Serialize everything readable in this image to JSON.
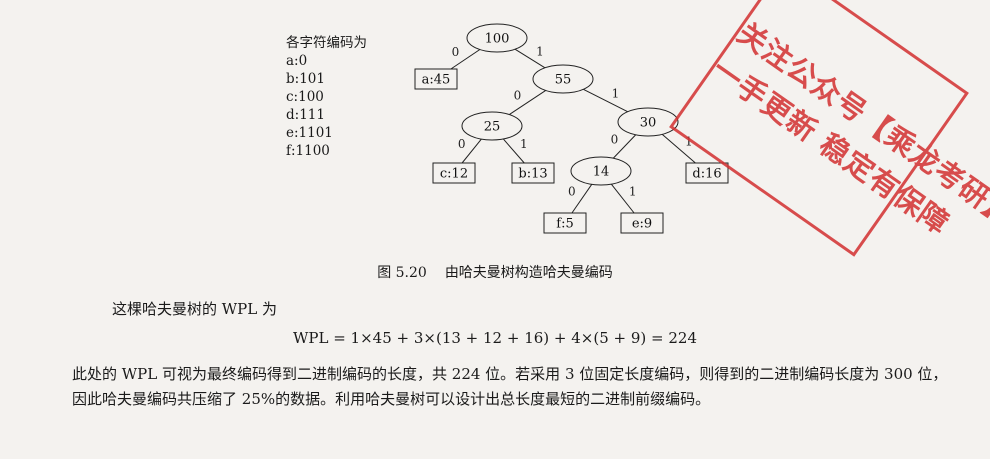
{
  "code_list": {
    "heading": "各字符编码为",
    "items": [
      "a:0",
      "b:101",
      "c:100",
      "d:111",
      "e:1101",
      "f:1100"
    ]
  },
  "tree": {
    "nodes": [
      {
        "id": "n100",
        "label": "100",
        "shape": "ellipse"
      },
      {
        "id": "a",
        "label": "a:45",
        "shape": "rect"
      },
      {
        "id": "n55",
        "label": "55",
        "shape": "ellipse"
      },
      {
        "id": "n25",
        "label": "25",
        "shape": "ellipse"
      },
      {
        "id": "n30",
        "label": "30",
        "shape": "ellipse"
      },
      {
        "id": "c",
        "label": "c:12",
        "shape": "rect"
      },
      {
        "id": "b",
        "label": "b:13",
        "shape": "rect"
      },
      {
        "id": "n14",
        "label": "14",
        "shape": "ellipse"
      },
      {
        "id": "d",
        "label": "d:16",
        "shape": "rect"
      },
      {
        "id": "f",
        "label": "f:5",
        "shape": "rect"
      },
      {
        "id": "e",
        "label": "e:9",
        "shape": "rect"
      }
    ],
    "edges": [
      {
        "from": "n100",
        "to": "a",
        "label": "0"
      },
      {
        "from": "n100",
        "to": "n55",
        "label": "1"
      },
      {
        "from": "n55",
        "to": "n25",
        "label": "0"
      },
      {
        "from": "n55",
        "to": "n30",
        "label": "1"
      },
      {
        "from": "n25",
        "to": "c",
        "label": "0"
      },
      {
        "from": "n25",
        "to": "b",
        "label": "1"
      },
      {
        "from": "n30",
        "to": "n14",
        "label": "0"
      },
      {
        "from": "n30",
        "to": "d",
        "label": "1"
      },
      {
        "from": "n14",
        "to": "f",
        "label": "0"
      },
      {
        "from": "n14",
        "to": "e",
        "label": "1"
      }
    ]
  },
  "caption": {
    "number": "图 5.20",
    "text": "由哈夫曼树构造哈夫曼编码"
  },
  "body": {
    "intro": "这棵哈夫曼树的 WPL 为",
    "formula": "WPL = 1×45 + 3×(13 + 12 + 16) + 4×(5 + 9) = 224",
    "paragraph": "此处的 WPL 可视为最终编码得到二进制编码的长度，共 224 位。若采用 3 位固定长度编码，则得到的二进制编码长度为 300 位，因此哈夫曼编码共压缩了 25%的数据。利用哈夫曼树可以设计出总长度最短的二进制前缀编码。"
  },
  "stamp": {
    "line1": "关注公众号【乘龙考研】",
    "line2": "一手更新 稳定有保障",
    "color": "#d33030"
  }
}
